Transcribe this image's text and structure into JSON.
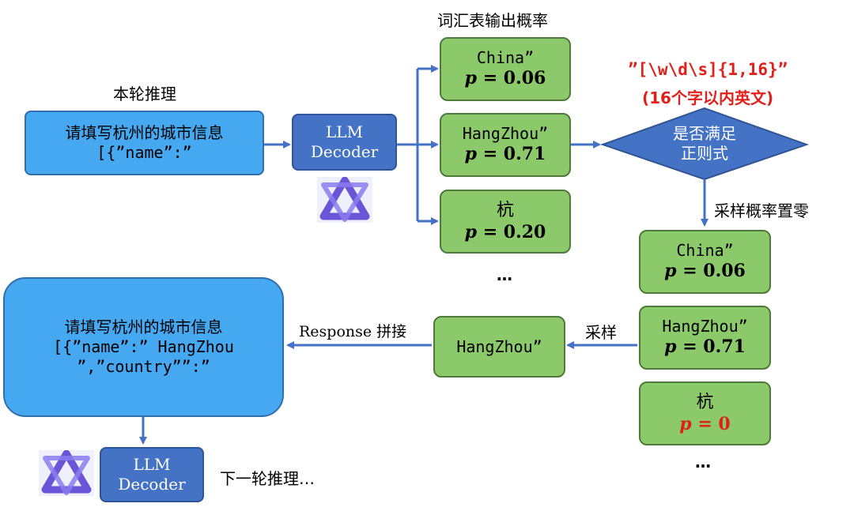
{
  "top": {
    "round_label": "本轮推理",
    "vocab_label": "词汇表输出概率",
    "input_line1": "请填写杭州的城市信息",
    "input_line2": "[{”name”:”",
    "decoder_line1": "LLM",
    "decoder_line2": "Decoder",
    "candidates": [
      {
        "token": "China”",
        "p_label": "p",
        "p_value": "= 0.06"
      },
      {
        "token": "HangZhou”",
        "p_label": "p",
        "p_value": "= 0.71"
      },
      {
        "token": "杭",
        "p_label": "p",
        "p_value": "= 0.20"
      }
    ],
    "ellipsis": "…",
    "regex": "”[\\w\\d\\s]{1,16}”",
    "regex_note": "(16个字以内英文)",
    "diamond_line1": "是否满足",
    "diamond_line2": "正则式",
    "zero_label": "采样概率置零"
  },
  "right": {
    "candidates": [
      {
        "token": "China”",
        "p_label": "p",
        "p_value": "= 0.06"
      },
      {
        "token": "HangZhou”",
        "p_label": "p",
        "p_value": "= 0.71"
      },
      {
        "token": "杭",
        "p_label": "p",
        "p_value": "= 0",
        "color": "#e0201b"
      }
    ],
    "ellipsis": "…"
  },
  "bottom": {
    "sample_label": "采样",
    "sampled_token": "HangZhou”",
    "concat_label": "Response 拼接",
    "result_line1": "请填写杭州的城市信息",
    "result_line2": "[{”name”:” HangZhou",
    "result_line3": "”,”country””:”",
    "decoder_line1": "LLM",
    "decoder_line2": "Decoder",
    "next_label": "下一轮推理…"
  },
  "colors": {
    "arrow": "#4472c4",
    "box_blue": "#46a8f0",
    "decoder": "#4472c4",
    "green": "#8cc96a",
    "diamond": "#4472c4",
    "highlight": "#e0201b",
    "logo": "#6a55d8"
  }
}
